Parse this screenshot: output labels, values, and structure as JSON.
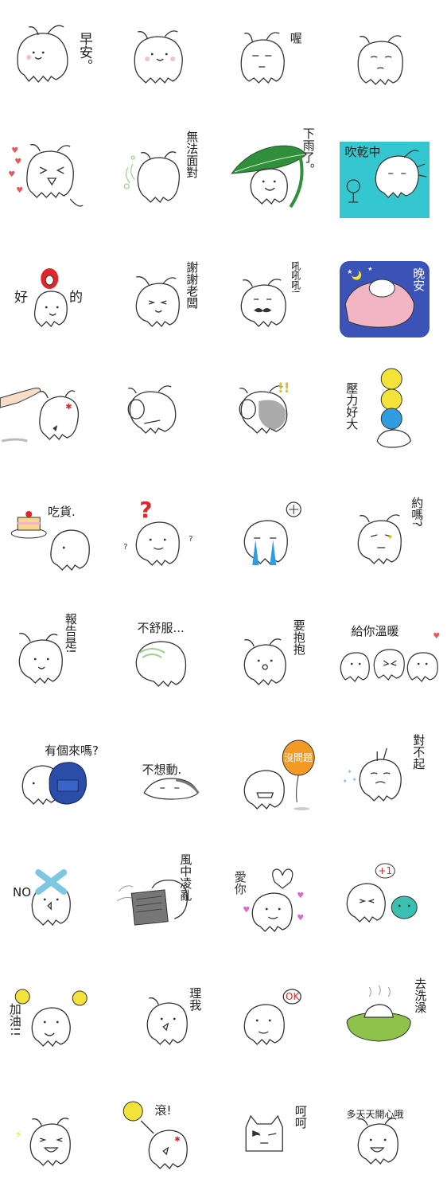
{
  "background_color": "#ffffff",
  "colors": {
    "teal_panel": "#35c7cf",
    "blue_panel": "#3b53b6",
    "leaf_green": "#2f8f3a",
    "orange_balloon": "#f39a25",
    "yellow_chick": "#f2e23a",
    "blue_chick": "#2f9de0",
    "tub_green": "#8fc24a",
    "red_accent": "#e0262b",
    "backpack_blue": "#2a4ea8",
    "blanket_pink": "#f2b5c4"
  },
  "stickers": [
    {
      "caption": "早安。",
      "icon": "hairball-smile"
    },
    {
      "caption": "",
      "icon": "hairball-blush"
    },
    {
      "caption": "喔",
      "icon": "hairball-flat"
    },
    {
      "caption": "",
      "icon": "hairball-tired"
    },
    {
      "caption": "",
      "icon": "hairball-happy-hearts"
    },
    {
      "caption": "無法面對",
      "icon": "hairball-turned-away"
    },
    {
      "caption": "下雨了。",
      "icon": "hairball-leaf-umbrella"
    },
    {
      "caption": "吹乾中",
      "icon": "hairball-fan-dryer"
    },
    {
      "caption": "好的",
      "icon": "hairball-ok-sign"
    },
    {
      "caption": "謝謝老闆",
      "icon": "hairball-wink"
    },
    {
      "caption": "吼吼吼!",
      "icon": "hairball-mustache"
    },
    {
      "caption": "晚安",
      "icon": "hairball-sleeping"
    },
    {
      "caption": "",
      "icon": "hairball-slapped"
    },
    {
      "caption": "",
      "icon": "hairball-peek"
    },
    {
      "caption": "!!",
      "icon": "hairball-shocked"
    },
    {
      "caption": "壓力好大",
      "icon": "hairball-stacked-chicks"
    },
    {
      "caption": "吃貨.",
      "icon": "hairball-cake"
    },
    {
      "caption": "?",
      "icon": "hairball-question"
    },
    {
      "caption": "",
      "icon": "hairball-crying"
    },
    {
      "caption": "約嗎?",
      "icon": "hairball-date"
    },
    {
      "caption": "報告是!",
      "icon": "hairball-salute"
    },
    {
      "caption": "不舒服...",
      "icon": "hairball-sick"
    },
    {
      "caption": "要抱抱",
      "icon": "hairball-hug"
    },
    {
      "caption": "給你溫暖",
      "icon": "hairball-trio"
    },
    {
      "caption": "有個來嗎?",
      "icon": "hairball-backpack"
    },
    {
      "caption": "不想動.",
      "icon": "hairball-flat-lazy"
    },
    {
      "caption": "沒問題",
      "icon": "hairball-balloon"
    },
    {
      "caption": "對不起",
      "icon": "hairball-sorry"
    },
    {
      "caption": "NO",
      "icon": "hairball-no-x"
    },
    {
      "caption": "風中凌亂",
      "icon": "hairball-windy-paper"
    },
    {
      "caption": "愛你",
      "icon": "hairball-love"
    },
    {
      "caption": "+1",
      "icon": "hairball-plus-one"
    },
    {
      "caption": "加油!!",
      "icon": "hairball-cheer"
    },
    {
      "caption": "理我",
      "icon": "hairball-poke"
    },
    {
      "caption": "OK",
      "icon": "hairball-ok"
    },
    {
      "caption": "去洗澡",
      "icon": "hairball-bath"
    },
    {
      "caption": "",
      "icon": "hairball-laugh"
    },
    {
      "caption": "滾!",
      "icon": "hairball-kick"
    },
    {
      "caption": "呵呵",
      "icon": "hairball-mask"
    },
    {
      "caption": "多天天開心哦",
      "icon": "hairball-grin"
    }
  ]
}
